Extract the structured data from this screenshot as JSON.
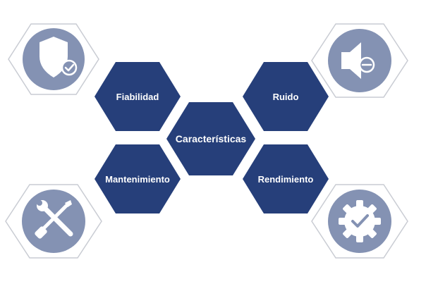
{
  "diagram": {
    "center_label": "Características",
    "items": [
      {
        "label": "Fiabilidad",
        "icon": "shield-check-icon"
      },
      {
        "label": "Ruido",
        "icon": "speaker-mute-icon"
      },
      {
        "label": "Mantenimiento",
        "icon": "wrench-screwdriver-icon"
      },
      {
        "label": "Rendimiento",
        "icon": "gear-check-icon"
      }
    ]
  },
  "colors": {
    "navy_hex": "#263f7a",
    "icon_circle": "#8492b3",
    "outline_hex_stroke": "#c9ccd3",
    "background": "#ffffff"
  }
}
